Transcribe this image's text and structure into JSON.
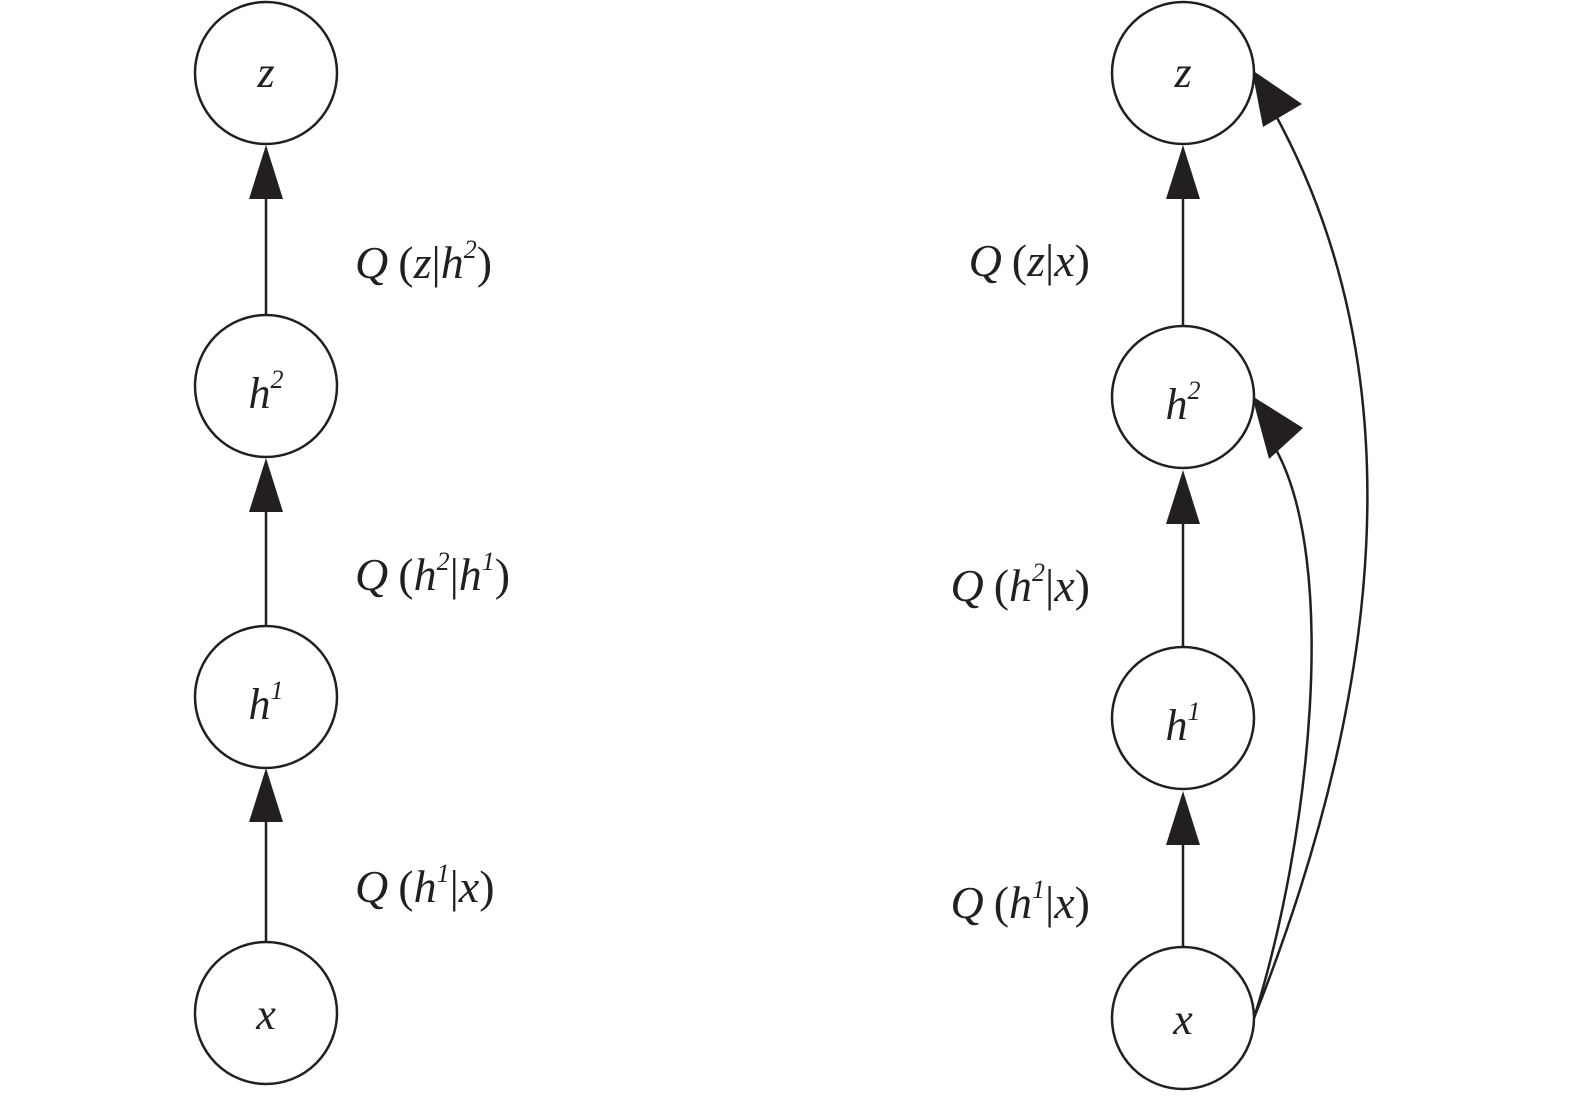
{
  "colors": {
    "ink": "#231f20",
    "background": "#ffffff"
  },
  "left_diagram": {
    "nodes": {
      "z": {
        "base": "z",
        "sup": ""
      },
      "h2": {
        "base": "h",
        "sup": "2"
      },
      "h1": {
        "base": "h",
        "sup": "1"
      },
      "x": {
        "base": "x",
        "sup": ""
      }
    },
    "edges": {
      "x_h1": {
        "q": "Q",
        "open": "(",
        "a": "h",
        "a_sup": "1",
        "bar": "|",
        "b": "x",
        "b_sup": "",
        "close": ")"
      },
      "h1_h2": {
        "q": "Q",
        "open": "(",
        "a": "h",
        "a_sup": "2",
        "bar": "|",
        "b": "h",
        "b_sup": "1",
        "close": ")"
      },
      "h2_z": {
        "q": "Q",
        "open": "(",
        "a": "z",
        "a_sup": "",
        "bar": "|",
        "b": "h",
        "b_sup": "2",
        "close": ")"
      }
    }
  },
  "right_diagram": {
    "nodes": {
      "z": {
        "base": "z",
        "sup": ""
      },
      "h2": {
        "base": "h",
        "sup": "2"
      },
      "h1": {
        "base": "h",
        "sup": "1"
      },
      "x": {
        "base": "x",
        "sup": ""
      }
    },
    "edges": {
      "x_h1": {
        "q": "Q",
        "open": "(",
        "a": "h",
        "a_sup": "1",
        "bar": "|",
        "b": "x",
        "close": ")"
      },
      "to_h2": {
        "q": "Q",
        "open": "(",
        "a": "h",
        "a_sup": "2",
        "bar": "|",
        "b": "x",
        "close": ")"
      },
      "to_z": {
        "q": "Q",
        "open": "(",
        "a": "z",
        "a_sup": "",
        "bar": "|",
        "b": "x",
        "close": ")"
      }
    }
  }
}
